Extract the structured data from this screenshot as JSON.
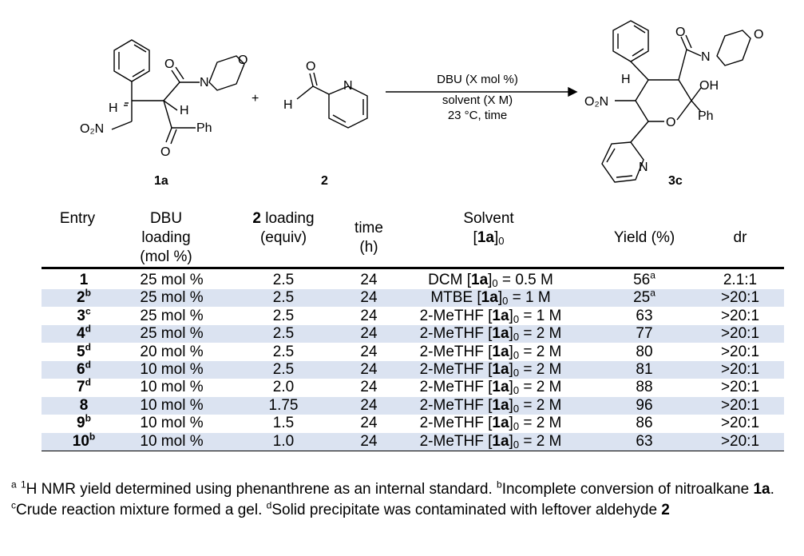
{
  "scheme": {
    "reactant1_label": "1a",
    "reactant2_label": "2",
    "product_label": "3c",
    "plus": "+",
    "conditions": [
      "DBU (X mol %)",
      "solvent (X M)",
      "23 °C, time"
    ],
    "atoms": {
      "h": "H",
      "n": "N",
      "o": "O",
      "o2n": "O₂N",
      "ph": "Ph",
      "oh": "OH"
    }
  },
  "table": {
    "headers": {
      "entry": "Entry",
      "dbu": [
        "DBU",
        "loading",
        "(mol %)"
      ],
      "loading_bold": "2",
      "loading_rest": " loading",
      "loading_unit": "(equiv)",
      "time": [
        "time",
        "(h)"
      ],
      "solvent": "Solvent",
      "conc_bold": "1a",
      "conc_sub": "0",
      "yield": "Yield (%)",
      "dr": "dr"
    },
    "rows": [
      {
        "entry": "1",
        "entry_sup": "",
        "dbu": "25 mol %",
        "loading": "2.5",
        "time": "24",
        "solvent_name": "DCM",
        "conc": "0.5 M",
        "yield": "56",
        "yield_sup": "a",
        "dr": "2.1:1",
        "shaded": false
      },
      {
        "entry": "2",
        "entry_sup": "b",
        "dbu": "25 mol %",
        "loading": "2.5",
        "time": "24",
        "solvent_name": "MTBE",
        "conc": "1 M",
        "yield": "25",
        "yield_sup": "a",
        "dr": ">20:1",
        "shaded": true
      },
      {
        "entry": "3",
        "entry_sup": "c",
        "dbu": "25 mol %",
        "loading": "2.5",
        "time": "24",
        "solvent_name": "2-MeTHF",
        "conc": "1 M",
        "yield": "63",
        "yield_sup": "",
        "dr": ">20:1",
        "shaded": false
      },
      {
        "entry": "4",
        "entry_sup": "d",
        "dbu": "25 mol %",
        "loading": "2.5",
        "time": "24",
        "solvent_name": "2-MeTHF",
        "conc": "2 M",
        "yield": "77",
        "yield_sup": "",
        "dr": ">20:1",
        "shaded": true
      },
      {
        "entry": "5",
        "entry_sup": "d",
        "dbu": "20 mol %",
        "loading": "2.5",
        "time": "24",
        "solvent_name": "2-MeTHF",
        "conc": "2 M",
        "yield": "80",
        "yield_sup": "",
        "dr": ">20:1",
        "shaded": false
      },
      {
        "entry": "6",
        "entry_sup": "d",
        "dbu": "10 mol %",
        "loading": "2.5",
        "time": "24",
        "solvent_name": "2-MeTHF",
        "conc": "2 M",
        "yield": "81",
        "yield_sup": "",
        "dr": ">20:1",
        "shaded": true
      },
      {
        "entry": "7",
        "entry_sup": "d",
        "dbu": "10 mol %",
        "loading": "2.0",
        "time": "24",
        "solvent_name": "2-MeTHF",
        "conc": "2 M",
        "yield": "88",
        "yield_sup": "",
        "dr": ">20:1",
        "shaded": false
      },
      {
        "entry": "8",
        "entry_sup": "",
        "dbu": "10 mol %",
        "loading": "1.75",
        "time": "24",
        "solvent_name": "2-MeTHF",
        "conc": "2 M",
        "yield": "96",
        "yield_sup": "",
        "dr": ">20:1",
        "shaded": true
      },
      {
        "entry": "9",
        "entry_sup": "b",
        "dbu": "10 mol %",
        "loading": "1.5",
        "time": "24",
        "solvent_name": "2-MeTHF",
        "conc": "2 M",
        "yield": "86",
        "yield_sup": "",
        "dr": ">20:1",
        "shaded": false
      },
      {
        "entry": "10",
        "entry_sup": "b",
        "dbu": "10 mol %",
        "loading": "1.0",
        "time": "24",
        "solvent_name": "2-MeTHF",
        "conc": "2 M",
        "yield": "63",
        "yield_sup": "",
        "dr": ">20:1",
        "shaded": true
      }
    ],
    "row_shade_color": "#dbe3f1"
  },
  "footnotes": {
    "a_mark": "a",
    "a_text_1": "H NMR yield determined using phenanthrene as an internal standard.",
    "a_one": "1",
    "b_mark": "b",
    "b_text": "Incomplete conversion of nitroalkane",
    "b_bold": "1a",
    "c_mark": "c",
    "c_text": "Crude reaction mixture formed a gel.",
    "d_mark": "d",
    "d_text": "Solid precipitate was contaminated with leftover aldehyde",
    "d_bold": "2"
  }
}
